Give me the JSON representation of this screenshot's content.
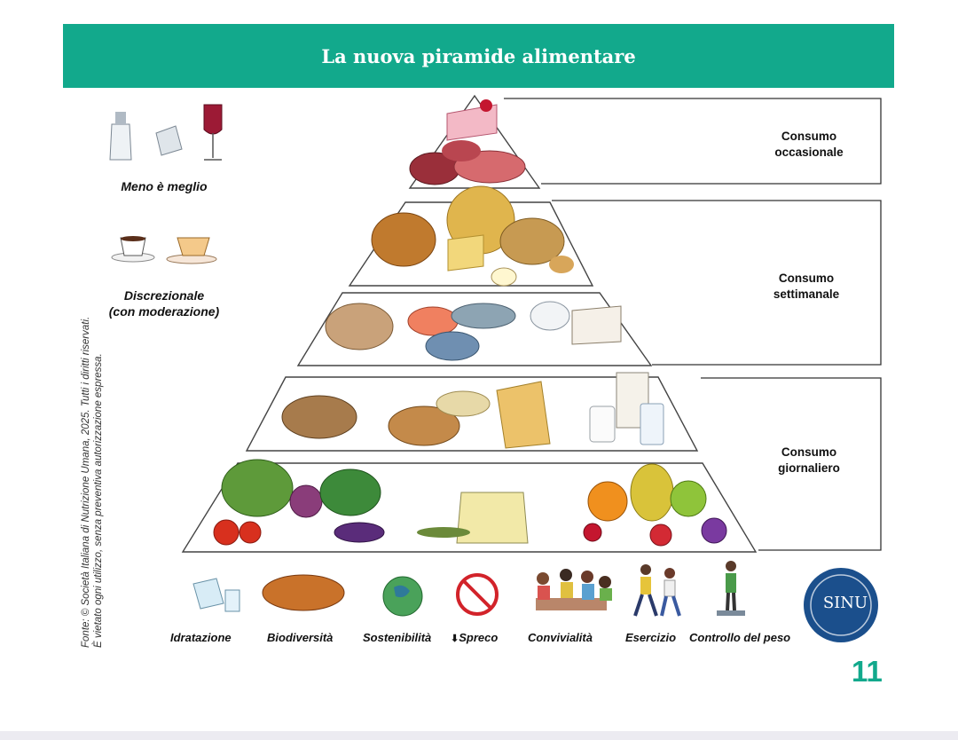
{
  "header": {
    "title": "La nuova piramide alimentare"
  },
  "source_note": {
    "line1": "Fonte: © Società Italiana di Nutrizione Umana, 2025.  Tutti i diritti riservati.",
    "line2": "È vietato ogni utilizzo, senza preventiva autorizzazione espressa."
  },
  "side_labels": {
    "less_is_better": "Meno è meglio",
    "discretionary_line1": "Discrezionale",
    "discretionary_line2": "(con moderazione)"
  },
  "bands": {
    "occasional_line1": "Consumo",
    "occasional_line2": "occasionale",
    "weekly_line1": "Consumo",
    "weekly_line2": "settimanale",
    "daily_line1": "Consumo",
    "daily_line2": "giornaliero"
  },
  "footer": {
    "hydration": "Idratazione",
    "biodiversity": "Biodiversità",
    "sustainability": "Sostenibilità",
    "waste_arrow": "⬇",
    "waste": "Spreco",
    "conviviality": "Convivialità",
    "exercise": "Esercizio",
    "weight_control": "Controllo del peso"
  },
  "logo": {
    "text": "SINU"
  },
  "page_number": "11",
  "colors": {
    "accent": "#12a98c",
    "logo_blue": "#1b4f8c"
  },
  "icons": [
    "sugar-dispenser-icon",
    "salt-shaker-icon",
    "wine-glass-icon",
    "coffee-cup-icon",
    "tea-cup-icon",
    "water-glass-icon",
    "spices-icon",
    "earth-icon",
    "no-waste-icon",
    "people-table-icon",
    "walking-people-icon",
    "scale-person-icon"
  ]
}
